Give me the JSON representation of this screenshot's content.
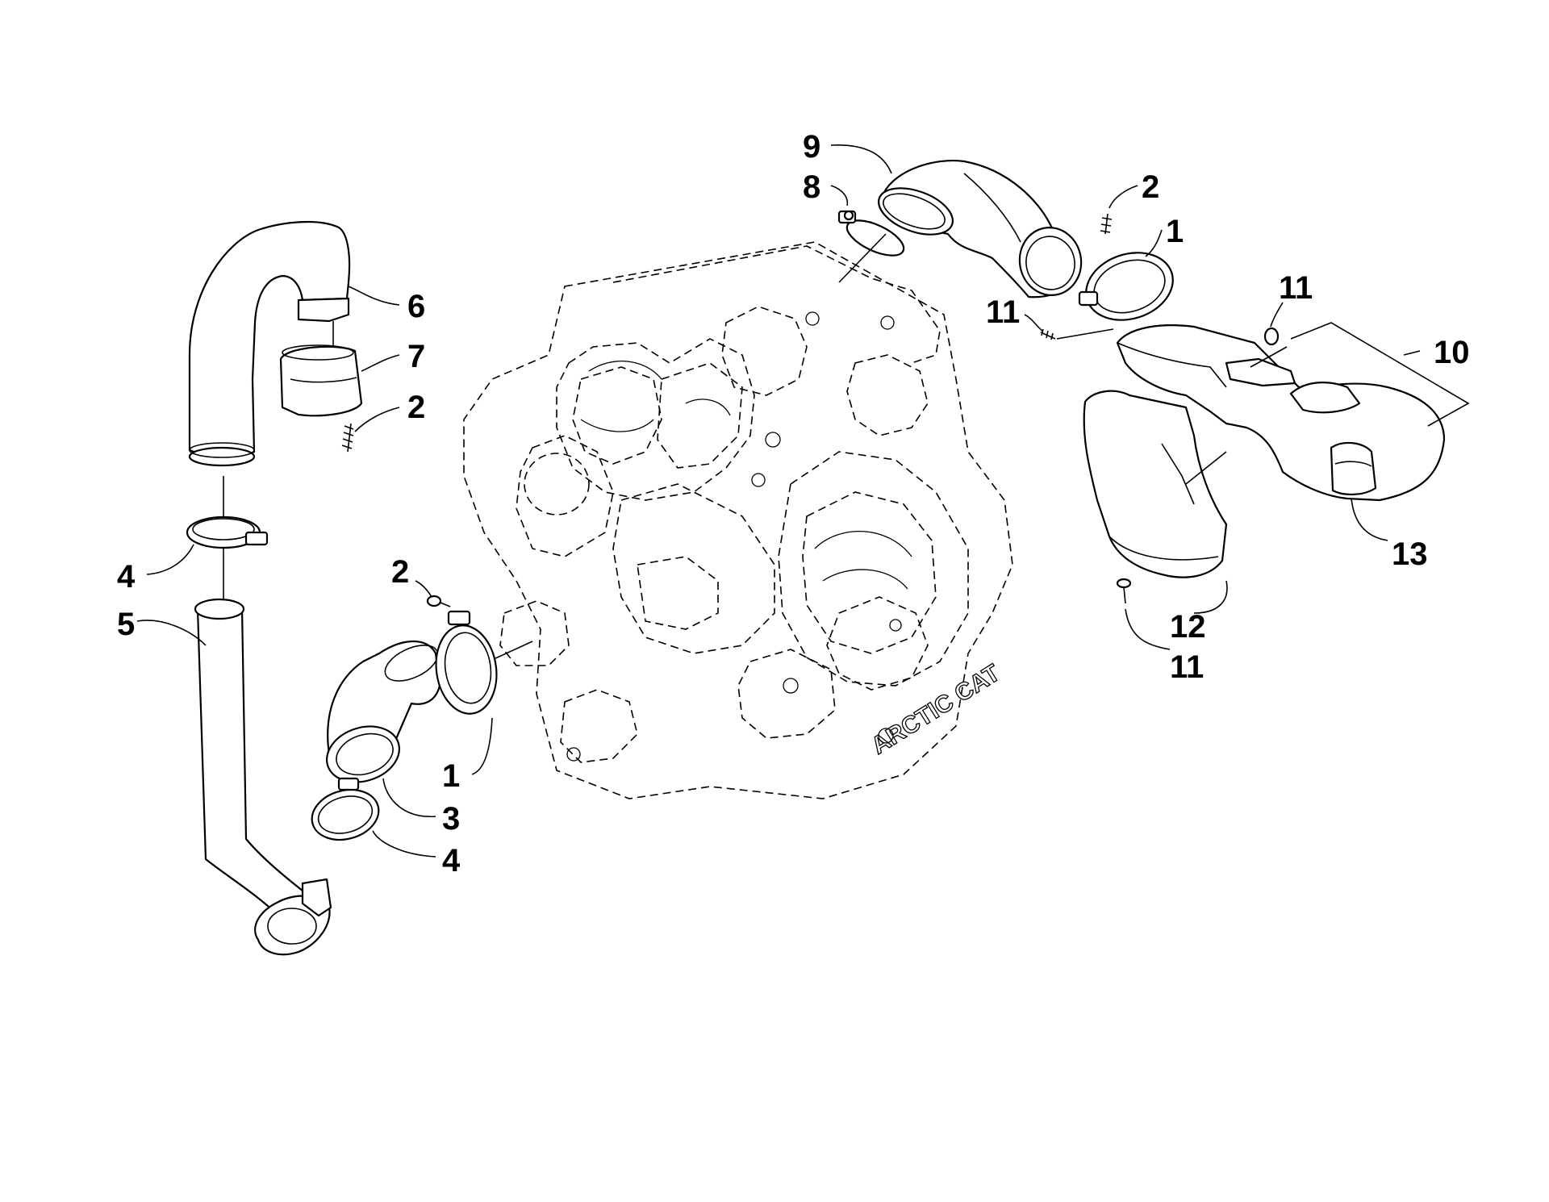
{
  "diagram": {
    "engine_logo": "ARCTIC CAT",
    "callouts": {
      "c1_left": "1",
      "c1_right": "1",
      "c2_left": "2",
      "c2_middle": "2",
      "c2_right": "2",
      "c3": "3",
      "c4_upper": "4",
      "c4_lower": "4",
      "c5": "5",
      "c6": "6",
      "c7": "7",
      "c8": "8",
      "c9": "9",
      "c10": "10",
      "c11_left": "11",
      "c11_right": "11",
      "c11_bottom": "11",
      "c12": "12",
      "c13": "13"
    }
  }
}
